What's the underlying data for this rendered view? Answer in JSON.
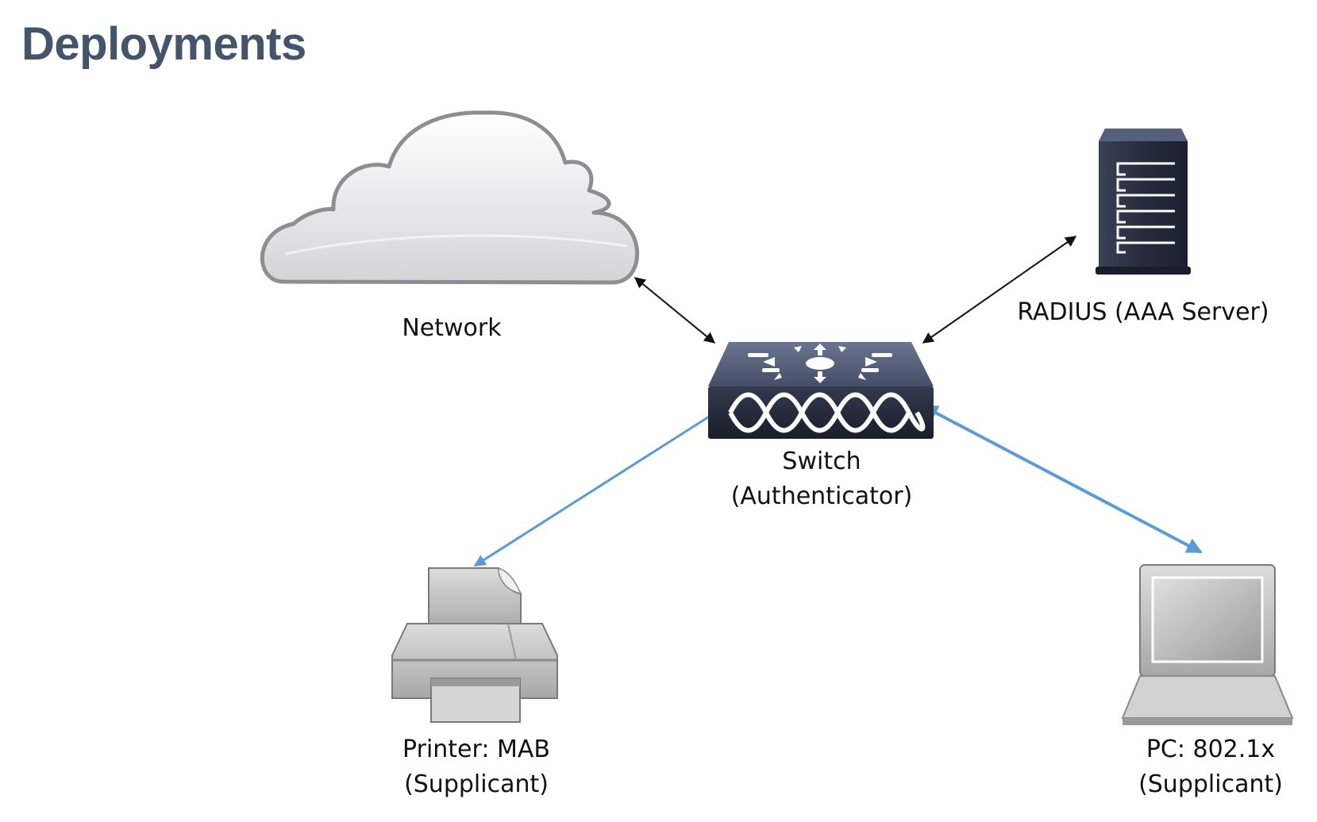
{
  "title": "Deployments",
  "nodes": {
    "network": {
      "label": "Network",
      "icon": "cloud-icon"
    },
    "radius": {
      "label": "RADIUS (AAA Server)",
      "icon": "server-icon"
    },
    "switch": {
      "line1": "Switch",
      "line2": "(Authenticator)",
      "icon": "switch-icon"
    },
    "printer": {
      "line1": "Printer: MAB",
      "line2": "(Supplicant)",
      "icon": "printer-icon"
    },
    "pc": {
      "line1": "PC: 802.1x",
      "line2": "(Supplicant)",
      "icon": "laptop-icon"
    }
  },
  "colors": {
    "title": "#44546a",
    "device_dark": "#2b3144",
    "link_black": "#111111",
    "link_blue": "#5b9bd5"
  }
}
